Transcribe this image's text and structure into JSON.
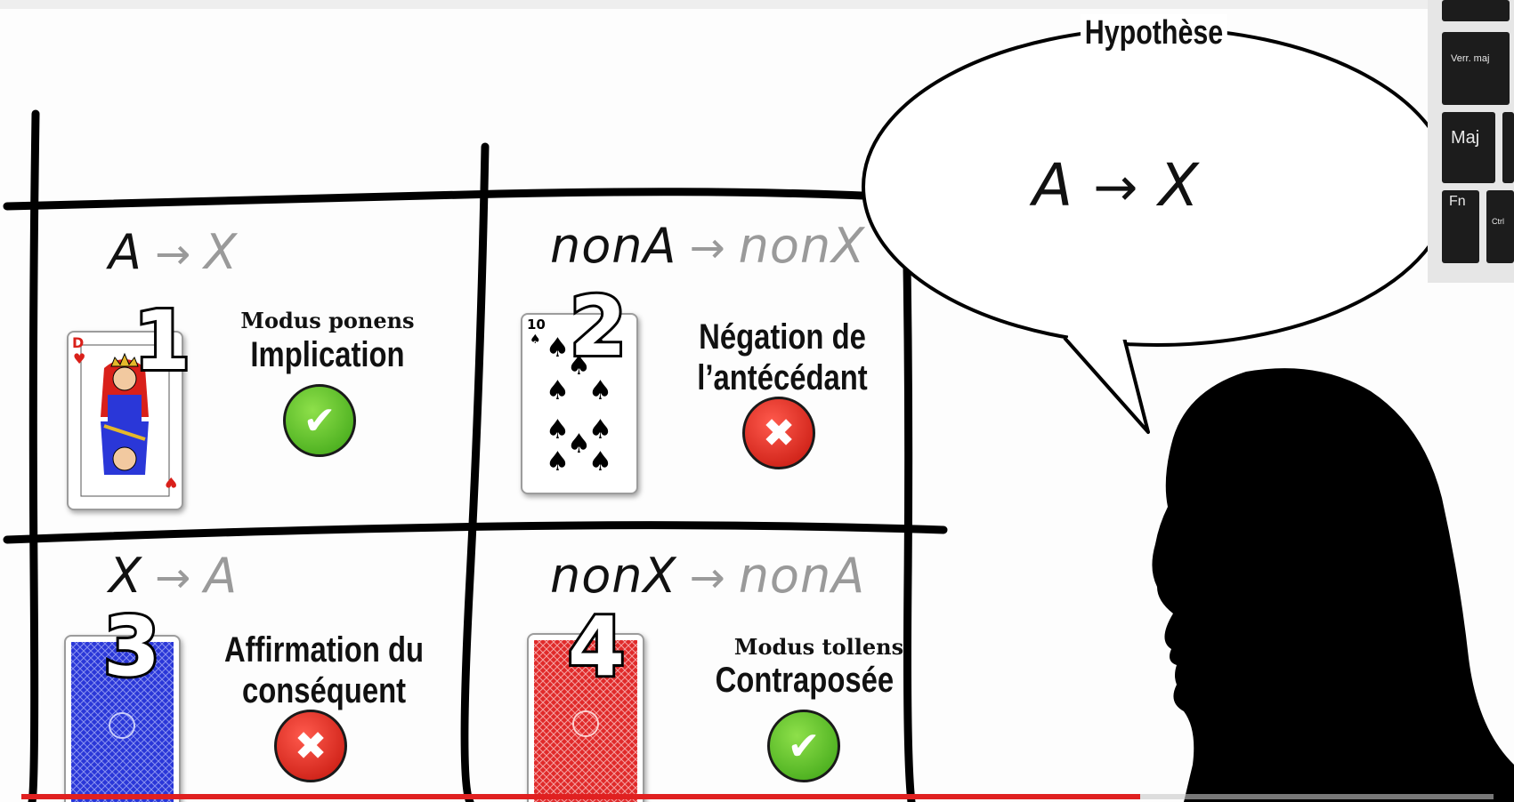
{
  "bubble": {
    "title": "Hypothèse",
    "formula": {
      "left": "A",
      "arrow": "→",
      "right": "X"
    }
  },
  "cells": [
    {
      "formula_left": "A",
      "formula_right": "X",
      "arrow": "→",
      "number": "1",
      "latin_name": "Modus ponens",
      "label_lines": [
        "Implication"
      ],
      "verdict": "valid",
      "verdict_icon": "check-icon",
      "card": "queen-of-hearts"
    },
    {
      "formula_left": "nonA",
      "formula_right": "nonX",
      "arrow": "→",
      "number": "2",
      "latin_name": "",
      "label_lines": [
        "Négation de",
        "l’antécédant"
      ],
      "verdict": "invalid",
      "verdict_icon": "cross-icon",
      "card": "ten-of-spades"
    },
    {
      "formula_left": "X",
      "formula_right": "A",
      "arrow": "→",
      "number": "3",
      "latin_name": "",
      "label_lines": [
        "Affirmation du",
        "conséquent"
      ],
      "verdict": "invalid",
      "verdict_icon": "cross-icon",
      "card": "blue-card-back"
    },
    {
      "formula_left": "nonX",
      "formula_right": "nonA",
      "arrow": "→",
      "number": "4",
      "latin_name": "Modus tollens",
      "label_lines": [
        "Contraposée"
      ],
      "verdict": "valid",
      "verdict_icon": "check-icon",
      "card": "red-card-back"
    }
  ],
  "card_ten": {
    "rank": "10",
    "suit": "♠"
  },
  "card_queen": {
    "rank": "D",
    "suit": "♥"
  },
  "keyboard": {
    "keys": [
      "Verr. maj",
      "Maj",
      "Fn",
      "Ctrl"
    ]
  },
  "video": {
    "progress": 0.76
  },
  "colors": {
    "valid": "#4caf1e",
    "invalid": "#d9201a",
    "progress": "#e02020",
    "card_blue": "#2a37d8",
    "card_red": "#e02a2a"
  }
}
